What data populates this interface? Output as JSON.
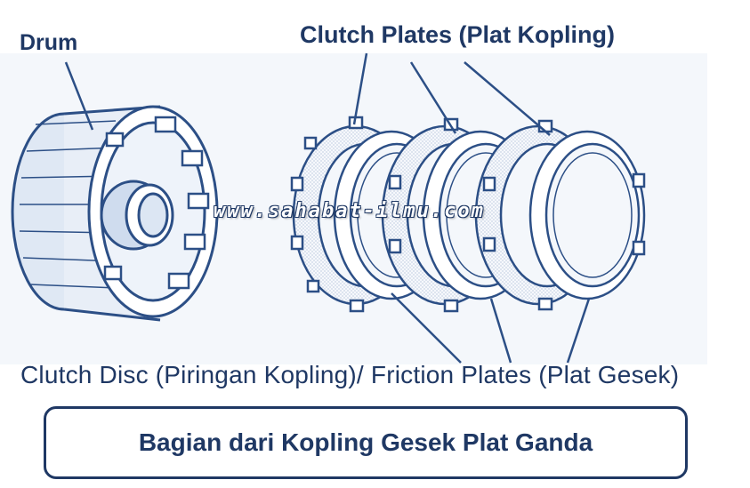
{
  "labels": {
    "drum": "Drum",
    "clutch_plates": "Clutch Plates (Plat Kopling)",
    "clutch_disc": "Clutch Disc (Piringan Kopling)/ Friction Plates (Plat Gesek)"
  },
  "watermark": "www.sahabat-ilmu.com",
  "caption": "Bagian dari Kopling Gesek Plat Ganda",
  "colors": {
    "label_text": "#1f3864",
    "line_art": "#2c4f86",
    "background_tint": "#f2f6fb",
    "caption_border": "#1f3864"
  }
}
